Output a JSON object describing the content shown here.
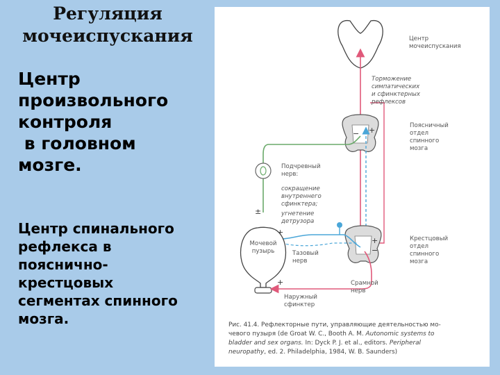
{
  "slide": {
    "title_lines": [
      "Регуляция",
      "мочеиспускания"
    ],
    "block1_lines": [
      "Центр",
      "произвольного",
      "контроля",
      " в головном",
      "мозге."
    ],
    "block2_lines": [
      "Центр спинального",
      "рефлекса в",
      "пояснично-",
      "крестцовых",
      "сегментах спинного",
      "мозга."
    ]
  },
  "figure": {
    "brain_center_label": [
      "Центр",
      "мочеиспускания"
    ],
    "inhibition_label": [
      "Торможение",
      "симпатических",
      "и сфинктерных",
      "рефлексов"
    ],
    "lumbar_label": [
      "Поясничный",
      "отдел",
      "спинного",
      "мозга"
    ],
    "sacral_label": [
      "Крестцовый",
      "отдел",
      "спинного",
      "мозга"
    ],
    "hypogastric_label": [
      "Подчревный",
      "нерв:"
    ],
    "hypogastric_effects": [
      "сокращение",
      "внутреннего",
      "сфинктера;",
      "угнетение",
      "детрузора"
    ],
    "bladder_label": [
      "Мочевой",
      "пузырь"
    ],
    "pelvic_label": [
      "Тазовый",
      "нерв"
    ],
    "pudendal_label": [
      "Срамной",
      "нерв"
    ],
    "sphincter_label": [
      "Наружный",
      "сфинктер"
    ],
    "signs": {
      "plus": "+",
      "minus": "−",
      "plusminus": "±"
    },
    "caption": {
      "line1": "Рис. 41.4. Рефлекторные пути, управляющие деятельностью мо-",
      "line2_a": "чевого пузыря (de Groat W. C., Booth A. M. ",
      "line2_b": "Autonomic systems to",
      "line3_a": "bladder and sex organs.",
      "line3_b": " In: Dyck P. J. et al., editors. ",
      "line3_c": "Peripheral",
      "line4_a": "neuropathy",
      "line4_b": ", ed. 2. Philadelphia, 1984, W. B. Saunders)"
    }
  }
}
